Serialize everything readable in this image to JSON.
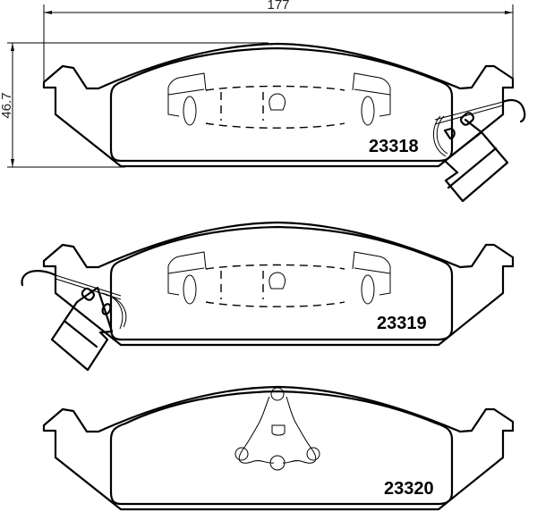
{
  "dimensions": {
    "width_label": "177",
    "height_label": "46.7"
  },
  "pads": [
    {
      "part_number": "23318",
      "has_wear_sensor": true,
      "sensor_side": "right",
      "clip_type": "spring-clip"
    },
    {
      "part_number": "23319",
      "has_wear_sensor": true,
      "sensor_side": "left",
      "clip_type": "spring-clip"
    },
    {
      "part_number": "23320",
      "has_wear_sensor": false,
      "clip_type": "triangular-clip"
    }
  ],
  "colors": {
    "line": "#000000",
    "background": "#ffffff"
  }
}
